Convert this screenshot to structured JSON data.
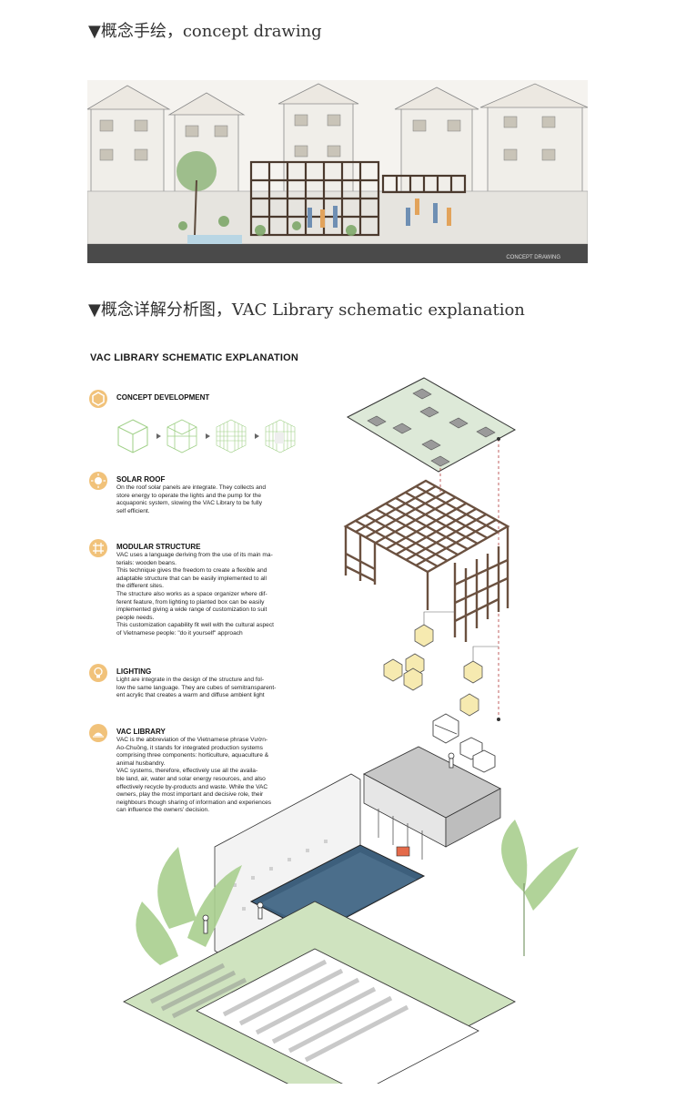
{
  "headings": {
    "concept_drawing": "▼概念手绘，concept drawing",
    "schematic": "▼概念详解分析图，VAC Library schematic explanation"
  },
  "sketch": {
    "caption": "CONCEPT DRAWING"
  },
  "schematic": {
    "title": "VAC LIBRARY SCHEMATIC EXPLANATION",
    "items": [
      {
        "title": "CONCEPT DEVELOPMENT",
        "icon": "hexagon-icon",
        "lines": []
      },
      {
        "title": "SOLAR ROOF",
        "icon": "sun-icon",
        "lines": [
          "On the roof solar panels are integrate. They collects and",
          "store energy to operate the lights and the pump for the",
          "acquaponic system, slowing the VAC Library to be fully",
          "self efficient."
        ]
      },
      {
        "title": "MODULAR STRUCTURE",
        "icon": "grid-icon",
        "lines": [
          "VAC uses a language deriving from the use of its main ma-",
          "terials: wooden beans.",
          "This technique gives the freedom to create a flexible and",
          "adaptable structure that can be easily implemented to all",
          "the different sites.",
          "The structure also works as a space organizer where dif-",
          "ferent feature, from lighting to planted box can be easily",
          "implemented giving a wide range of customization to suit",
          "people needs.",
          "This customization capability fit well with the cultural aspect",
          "of Vietnamese people: \"do it yourself\" approach"
        ]
      },
      {
        "title": "LIGHTING",
        "icon": "bulb-icon",
        "lines": [
          "Light are integrate in the design of the structure and fol-",
          "low the same language. They are cubes of semitransparent-",
          "ent acrylic that creates a warm and diffuse ambient light"
        ]
      },
      {
        "title": "VAC LIBRARY",
        "icon": "sprout-icon",
        "lines": [
          "VAC is the abbreviation of the Vietnamese phrase Vườn-",
          "Ao-Chuồng, it stands for integrated production systems",
          "comprising three components: horticulture, aquaculture &",
          "animal husbandry.",
          "VAC systems, therefore, effectively use all the availa-",
          "ble land, air, water and solar energy resources, and also",
          "effectively recycle by-products and waste. While the VAC",
          "owners, play the most important and decisive role, their",
          "neighbours though sharing of information and experiences",
          "can influence the owners' decision."
        ]
      }
    ]
  },
  "colors": {
    "icon_orange": "#f1c27a",
    "panel_green": "#dde9d8",
    "wood": "#6b5140",
    "lamp_yellow": "#f6eab0",
    "lawn_green": "#cfe3bf",
    "water_blue": "#3d5f7c",
    "palm_green": "#a9cf8f"
  }
}
